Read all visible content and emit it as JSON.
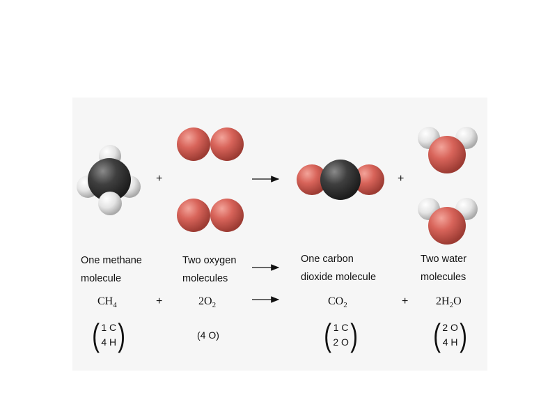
{
  "labels": {
    "methane": [
      "One methane",
      "molecule"
    ],
    "oxygen": [
      "Two oxygen",
      "molecules"
    ],
    "carbon_dioxide": [
      "One carbon",
      "dioxide molecule"
    ],
    "water": [
      "Two water",
      "molecules"
    ]
  },
  "formulas": {
    "methane": {
      "base": "CH",
      "sub": "4"
    },
    "oxygen": {
      "coef": "2O",
      "sub": "2"
    },
    "carbon_dioxide": {
      "base": "CO",
      "sub": "2"
    },
    "water": {
      "pre": "2H",
      "sub": "2",
      "post": "O"
    }
  },
  "operators": {
    "plus": "+"
  },
  "atom_counts": {
    "methane": [
      "1 C",
      "4 H"
    ],
    "oxygen": "(4 O)",
    "carbon_dioxide": [
      "1 C",
      "2 O"
    ],
    "water": [
      "2 O",
      "4 H"
    ]
  },
  "colors": {
    "oxygen": "#d8645a",
    "carbon": "#3a3a3a",
    "hydrogen": "#e6e6e6",
    "panel": "#f6f6f6"
  }
}
